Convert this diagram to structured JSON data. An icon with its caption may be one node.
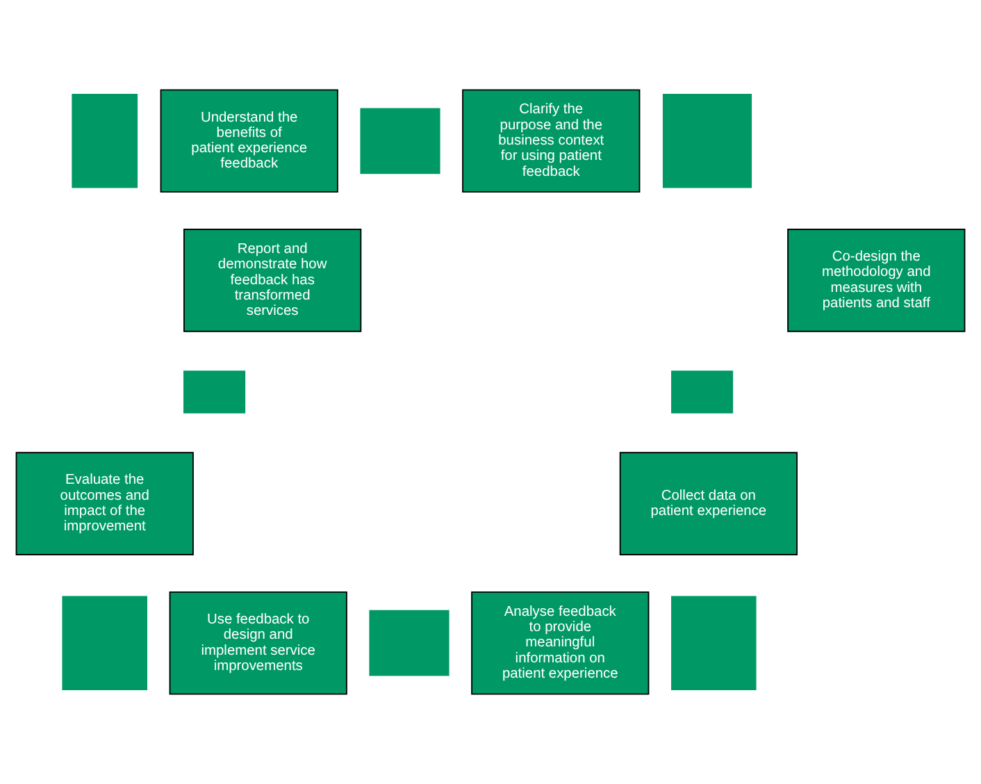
{
  "diagram": {
    "nodes": [
      {
        "text": [],
        "shape": "box"
      },
      {
        "text": [
          "Understand the benefits of patient experience feedback"
        ]
      },
      {
        "text": [],
        "shape": "box"
      },
      {
        "text": [
          "Clarify the purpose and the business context for using patient feedback"
        ]
      },
      {
        "text": [],
        "shape": "box"
      },
      {
        "text": [
          "Report and demonstrate how feedback has transformed services"
        ]
      },
      {
        "text": [
          "Co-design the methodology and measures with patients and staff"
        ]
      },
      {
        "text": [],
        "shape": "box"
      },
      {
        "text": [],
        "shape": "box"
      },
      {
        "text": [
          "Evaluate the outcomes and impact of the improvement"
        ]
      },
      {
        "text": [
          "Collect data on patient experience"
        ]
      },
      {
        "text": [],
        "shape": "box"
      },
      {
        "text": [
          "Use feedback to design and implement service improvements"
        ]
      },
      {
        "text": [],
        "shape": "box"
      },
      {
        "text": [
          "Analyse feedback  to provide meaningful information on patient experience"
        ]
      },
      {
        "text": [],
        "shape": "box"
      }
    ],
    "edges": []
  }
}
